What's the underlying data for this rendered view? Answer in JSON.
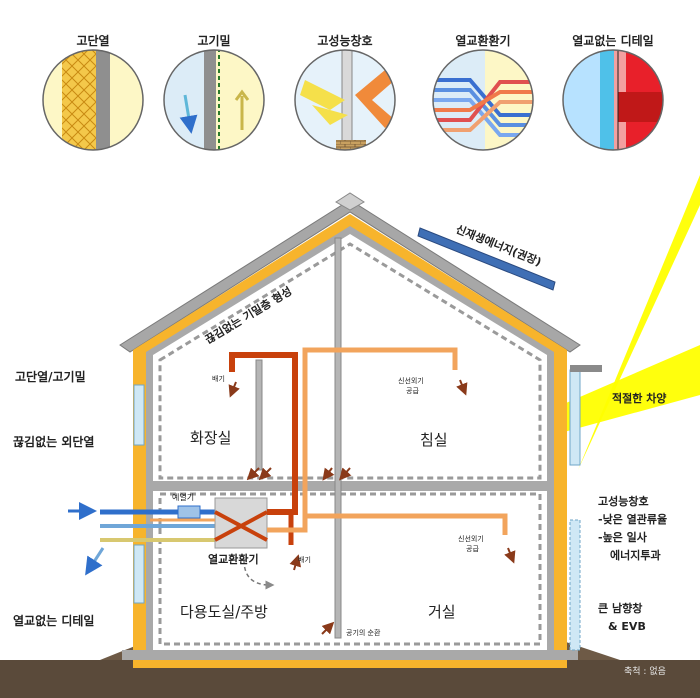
{
  "top_icons": [
    {
      "label": "고단열",
      "icon": "insulation-icon"
    },
    {
      "label": "고기밀",
      "icon": "airtight-icon"
    },
    {
      "label": "고성능창호",
      "icon": "window-icon"
    },
    {
      "label": "열교환환기",
      "icon": "heat-exchange-icon"
    },
    {
      "label": "열교없는 디테일",
      "icon": "thermal-bridge-icon"
    }
  ],
  "left_labels": {
    "insulation": "고단열/고기밀",
    "external": "끊김없는 외단열",
    "detail": "열교없는 디테일"
  },
  "right_labels": {
    "shading": "적절한 차양",
    "window_title": "고성능창호",
    "window_line1": "-낮은 열관류율",
    "window_line2": "-높은 일사",
    "window_line3": "에너지투과",
    "south_line1": "큰 남향창",
    "south_line2": "& EVB"
  },
  "roof": {
    "renewable": "신재생에너지(권장)",
    "airtight_layer": "끊김없는 기밀층 형성"
  },
  "rooms": {
    "bathroom": "화장실",
    "bedroom": "침실",
    "utility": "다용도실/주방",
    "living": "거실"
  },
  "small": {
    "exhaust_top": "배기",
    "fresh_top_1": "신선외기",
    "fresh_top_2": "공급",
    "preheater": "예열기",
    "exchanger": "열교환환기",
    "exhaust_mid": "배기",
    "fresh_mid_1": "신선외기",
    "fresh_mid_2": "공급",
    "circulation": "공기의 순환",
    "scale": "축척 : 없음"
  },
  "colors": {
    "insulation": "#f7b42c",
    "supply_duct": "#f2a45c",
    "exhaust_duct": "#c8410c",
    "cold_duct": "#2f6fcb",
    "sun": "#ffff00",
    "solar_panel": "#3f6fb5",
    "ground": "#5a4a3a"
  }
}
